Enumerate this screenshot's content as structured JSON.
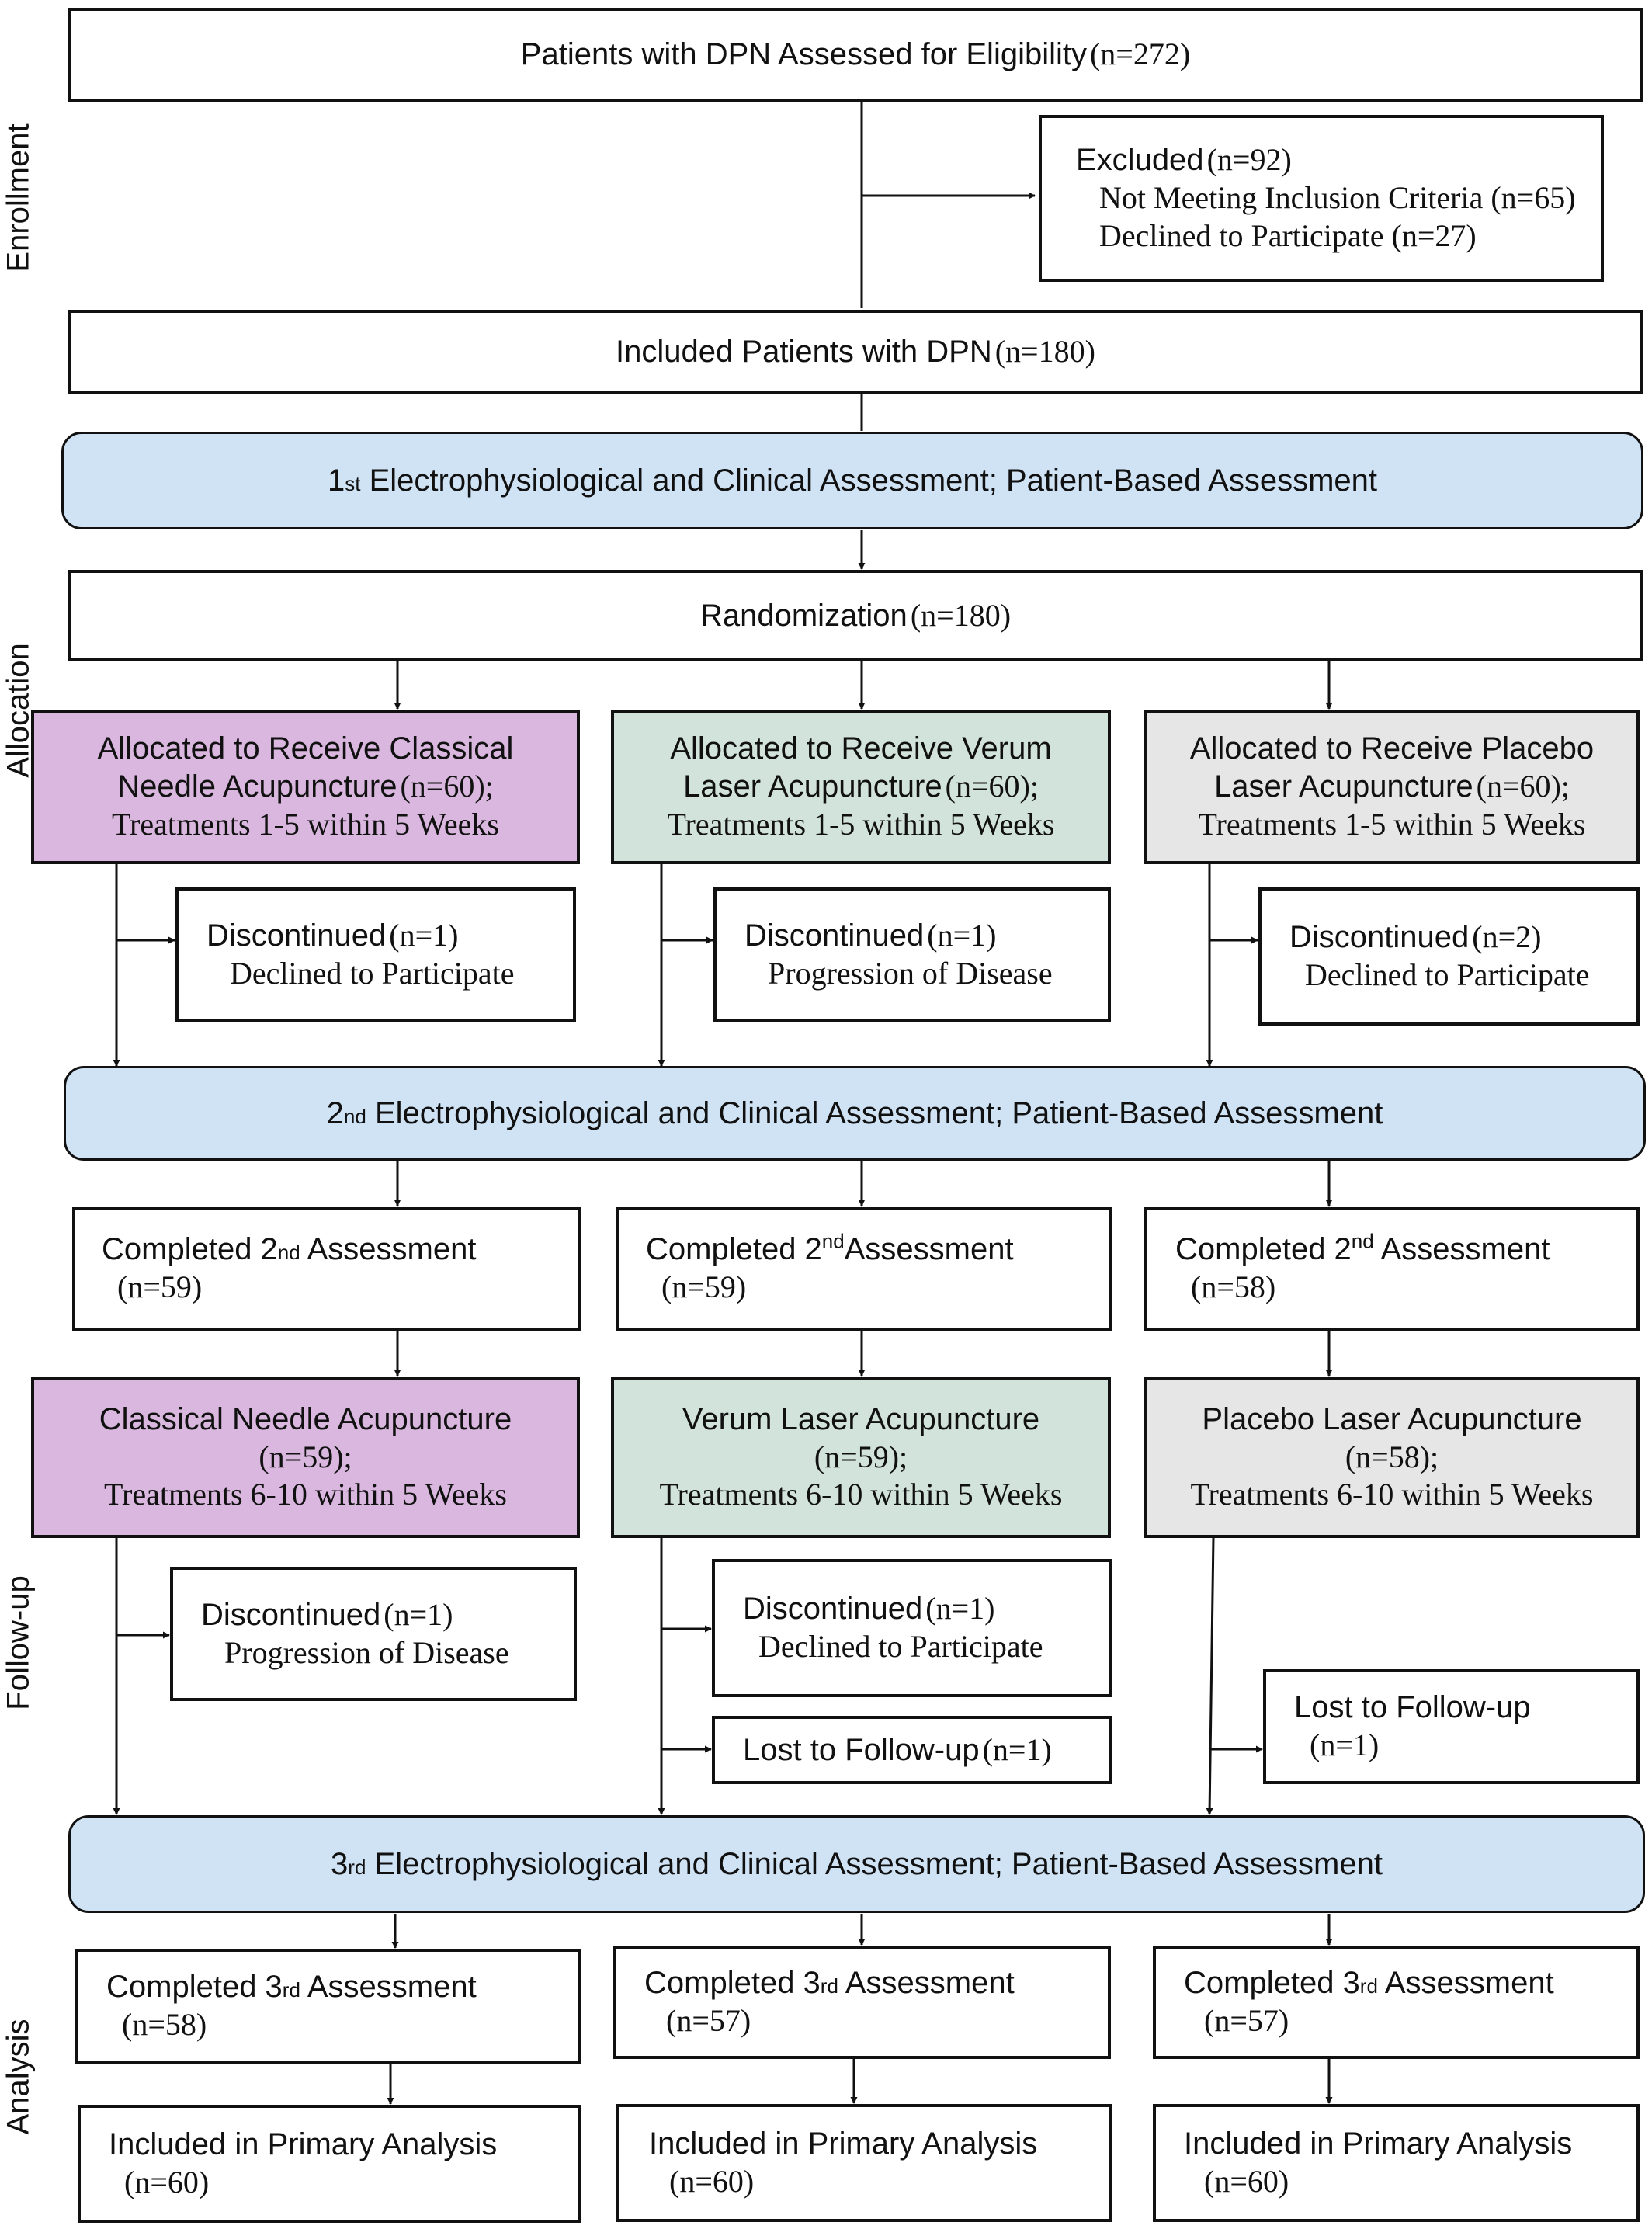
{
  "phases": [
    "Enrollment",
    "Allocation",
    "Follow-up",
    "Analysis"
  ],
  "colors": {
    "assessment_fill": "#cfe3f5",
    "needle_arm_fill": "#d9b7de",
    "verum_arm_fill": "#d2e3dc",
    "placebo_arm_fill": "#e6e6e6",
    "line": "#111111"
  },
  "enrollment": {
    "assessed": {
      "label": "Patients with DPN Assessed for Eligibility",
      "n": "(n=272)"
    },
    "excluded": {
      "label": "Excluded",
      "n": "(n=92)",
      "reason1": "Not Meeting Inclusion Criteria (n=65)",
      "reason2": "Declined to Participate (n=27)"
    },
    "included": {
      "label": "Included Patients with DPN",
      "n": "(n=180)"
    }
  },
  "assessments": {
    "first": {
      "ordinal_num": "1",
      "ordinal_suffix": "st",
      "text": "Electrophysiological and Clinical Assessment; Patient-Based Assessment"
    },
    "second": {
      "ordinal_num": "2",
      "ordinal_suffix": "nd",
      "text": "Electrophysiological and Clinical Assessment; Patient-Based Assessment"
    },
    "third": {
      "ordinal_num": "3",
      "ordinal_suffix": "rd",
      "text": "Electrophysiological and Clinical Assessment; Patient-Based Assessment"
    }
  },
  "randomization": {
    "label": "Randomization",
    "n": "(n=180)"
  },
  "arms": [
    {
      "alloc_line1": "Allocated to Receive Classical",
      "alloc_line2": "Needle Acupuncture",
      "alloc_n": "(n=60);",
      "alloc_treat": "Treatments 1-5 within 5 Weeks",
      "disc1_label": "Discontinued",
      "disc1_n": "(n=1)",
      "disc1_reason": "Declined to Participate",
      "comp2_pre": "Completed 2",
      "comp2_suffix": "nd",
      "comp2_post": " Assessment",
      "comp2_n": "(n=59)",
      "phase2_line1": "Classical Needle Acupuncture",
      "phase2_n": "(n=59);",
      "phase2_treat": "Treatments 6-10 within 5 Weeks",
      "disc2_label": "Discontinued",
      "disc2_n": "(n=1)",
      "disc2_reason": "Progression of Disease",
      "comp3_pre": "Completed 3",
      "comp3_suffix": "rd",
      "comp3_post": " Assessment",
      "comp3_n": "(n=58)",
      "primary_label": "Included in Primary Analysis",
      "primary_n": "(n=60)"
    },
    {
      "alloc_line1": "Allocated to Receive Verum",
      "alloc_line2": "Laser Acupuncture",
      "alloc_n": "(n=60);",
      "alloc_treat": "Treatments 1-5 within 5 Weeks",
      "disc1_label": "Discontinued",
      "disc1_n": "(n=1)",
      "disc1_reason": "Progression of Disease",
      "comp2_pre": "Completed 2",
      "comp2_suffix": "nd",
      "comp2_post": "Assessment",
      "comp2_n": "(n=59)",
      "phase2_line1": "Verum Laser Acupuncture",
      "phase2_n": "(n=59);",
      "phase2_treat": "Treatments 6-10 within 5 Weeks",
      "disc2_label": "Discontinued",
      "disc2_n": "(n=1)",
      "disc2_reason": "Declined to Participate",
      "lost_label": "Lost to Follow-up",
      "lost_n": "(n=1)",
      "comp3_pre": "Completed 3",
      "comp3_suffix": "rd",
      "comp3_post": " Assessment",
      "comp3_n": "(n=57)",
      "primary_label": "Included in Primary Analysis",
      "primary_n": "(n=60)"
    },
    {
      "alloc_line1": "Allocated to Receive Placebo",
      "alloc_line2": "Laser Acupuncture",
      "alloc_n": "(n=60);",
      "alloc_treat": "Treatments 1-5 within 5 Weeks",
      "disc1_label": "Discontinued",
      "disc1_n": "(n=2)",
      "disc1_reason": "Declined to Participate",
      "comp2_pre": "Completed 2",
      "comp2_suffix": "nd",
      "comp2_post": " Assessment",
      "comp2_n": "(n=58)",
      "phase2_line1": "Placebo Laser Acupuncture",
      "phase2_n": "(n=58);",
      "phase2_treat": "Treatments 6-10 within 5 Weeks",
      "lost_label": "Lost to Follow-up",
      "lost_n": "(n=1)",
      "comp3_pre": "Completed 3",
      "comp3_suffix": "rd",
      "comp3_post": " Assessment",
      "comp3_n": "(n=57)",
      "primary_label": "Included in Primary Analysis",
      "primary_n": "(n=60)"
    }
  ]
}
